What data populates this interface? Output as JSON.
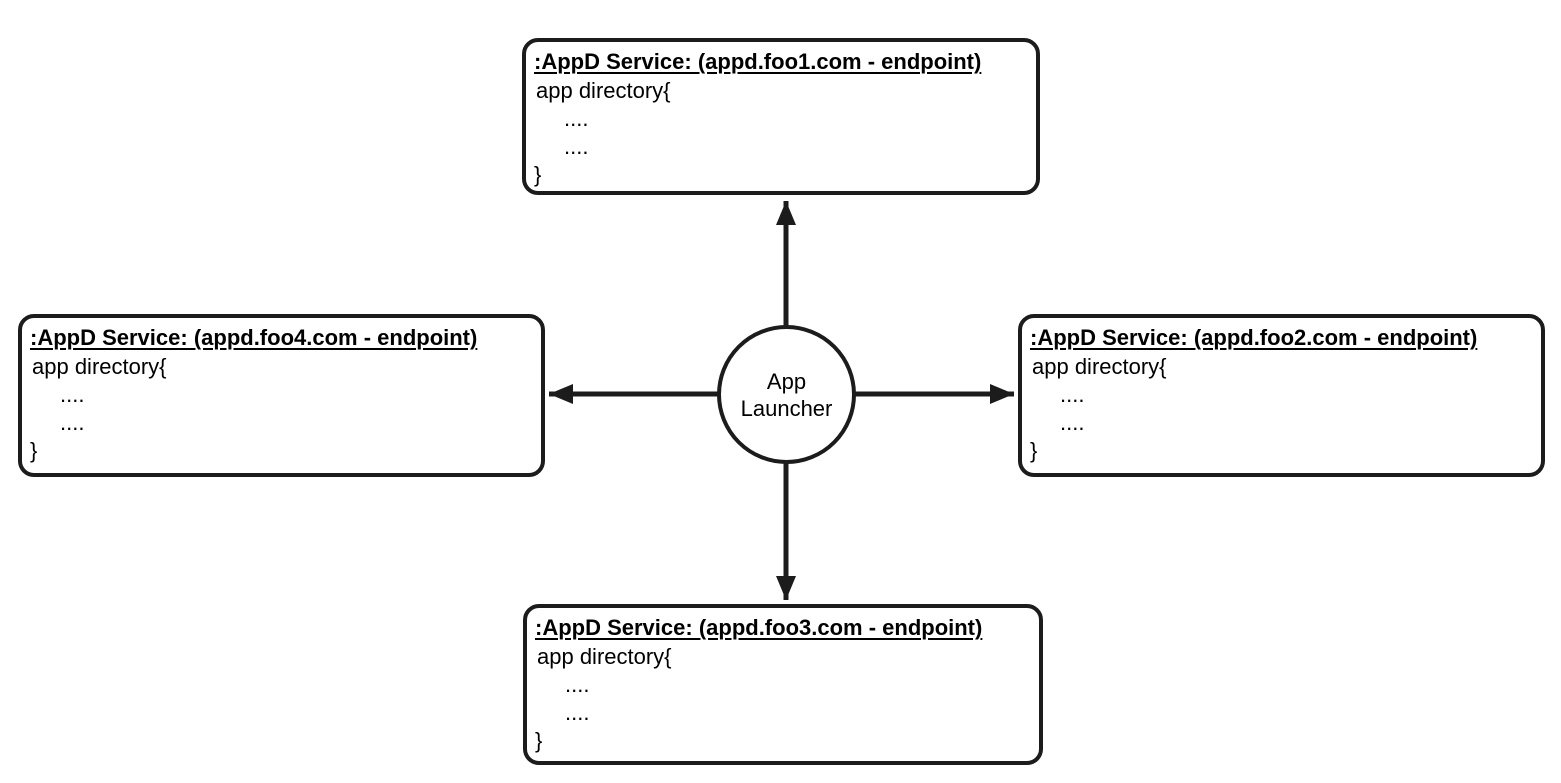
{
  "colors": {
    "stroke": "#1c1c1c",
    "background": "#ffffff",
    "text": "#000000"
  },
  "center_node": {
    "label": "App Launcher"
  },
  "nodes": [
    {
      "position": "top",
      "title": ":AppD Service: (appd.foo1.com - endpoint)",
      "body": [
        "app directory{",
        "....",
        "....",
        "}"
      ]
    },
    {
      "position": "right",
      "title": ":AppD Service: (appd.foo2.com - endpoint)",
      "body": [
        "app directory{",
        "....",
        "....",
        "}"
      ]
    },
    {
      "position": "bottom",
      "title": ":AppD Service: (appd.foo3.com - endpoint)",
      "body": [
        "app directory{",
        "....",
        "....",
        "}"
      ]
    },
    {
      "position": "left",
      "title": ":AppD Service: (appd.foo4.com - endpoint)",
      "body": [
        "app directory{",
        "....",
        "....",
        "}"
      ]
    }
  ],
  "edges": [
    {
      "from": "App Launcher",
      "to": "appd.foo1.com",
      "direction": "up"
    },
    {
      "from": "App Launcher",
      "to": "appd.foo2.com",
      "direction": "right"
    },
    {
      "from": "App Launcher",
      "to": "appd.foo3.com",
      "direction": "down"
    },
    {
      "from": "App Launcher",
      "to": "appd.foo4.com",
      "direction": "left"
    }
  ]
}
